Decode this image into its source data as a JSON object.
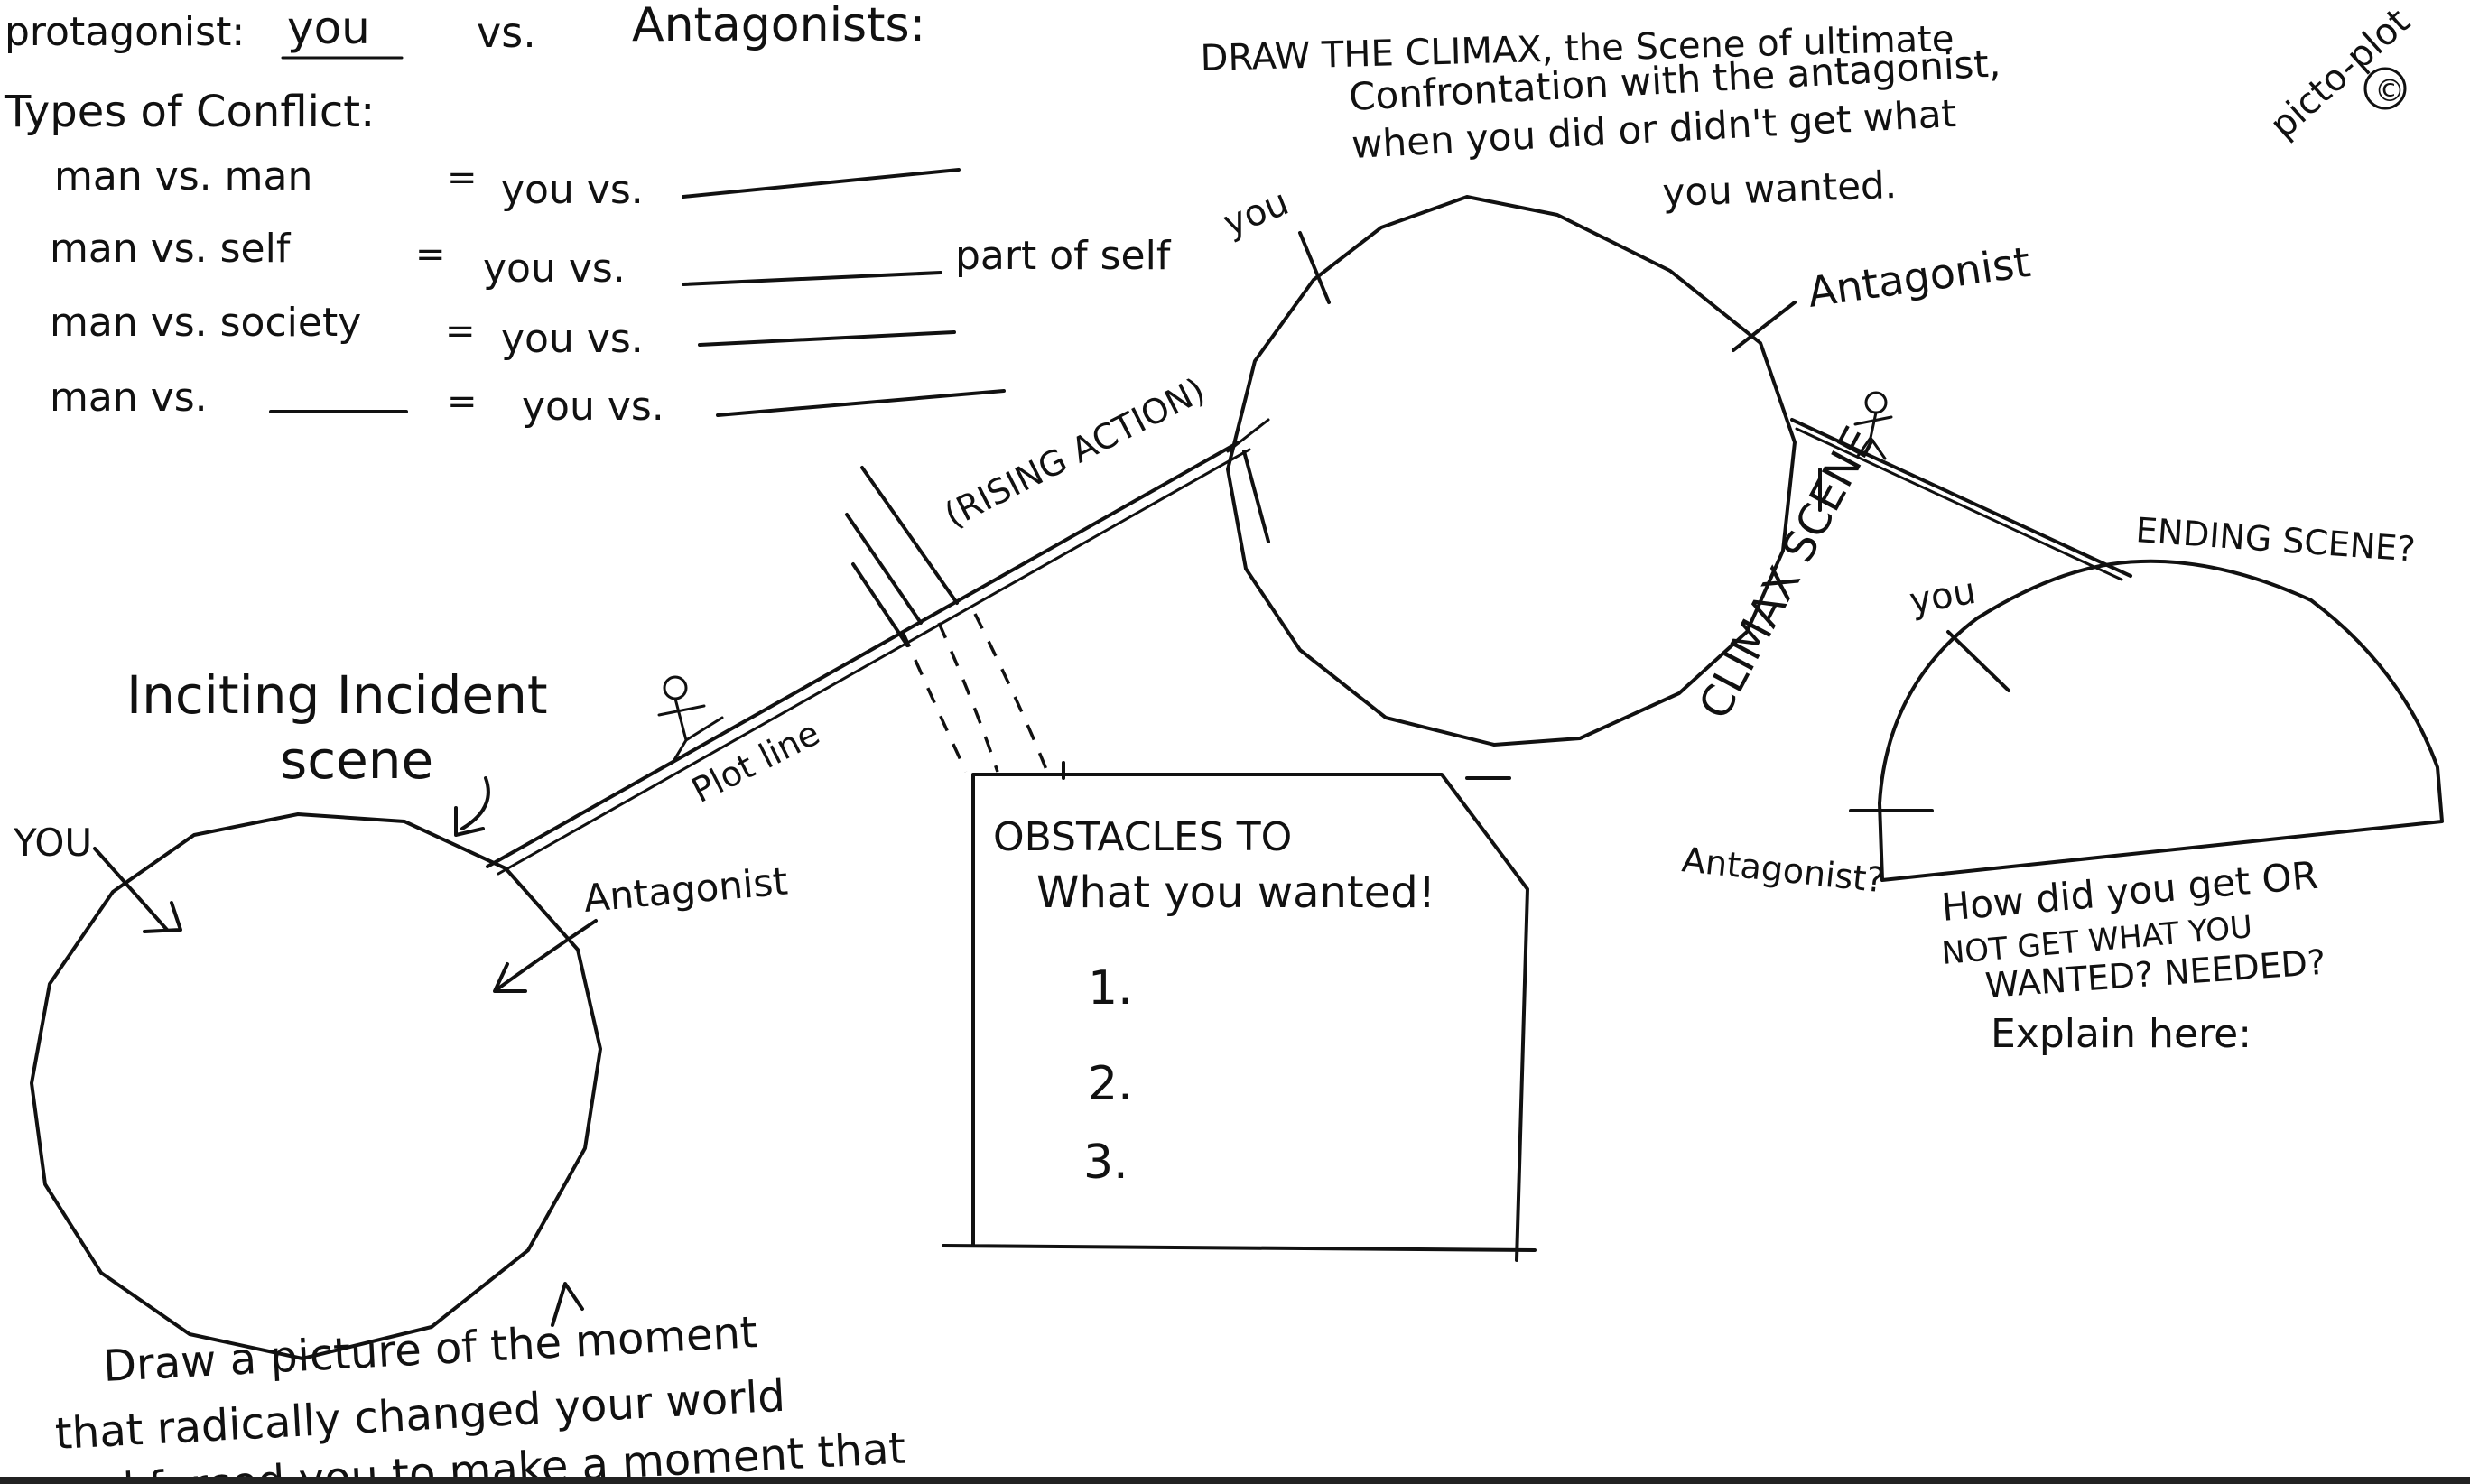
{
  "header": {
    "protagonist_label": "protagonist:",
    "protagonist_value": "you",
    "vs": "vs.",
    "antagonists_label": "Antagonists:"
  },
  "conflicts": {
    "title": "Types of Conflict:",
    "rows": [
      {
        "left": "man vs. man",
        "eq": "=",
        "right": "you vs.",
        "note": ""
      },
      {
        "left": "man vs. self",
        "eq": "=",
        "right": "you vs.",
        "note": "part of self"
      },
      {
        "left": "man vs. society",
        "eq": "=",
        "right": "you vs.",
        "note": ""
      },
      {
        "left": "man vs.",
        "eq": "=",
        "right": "you vs.",
        "note": ""
      }
    ]
  },
  "climax_prompt": [
    "DRAW THE CLIMAX, the Scene of ultimate",
    "Confrontation with the antagonist,",
    "when you did or didn't get what",
    "you wanted."
  ],
  "brand": {
    "name": "picto-plot",
    "mark": "©"
  },
  "labels": {
    "you": "YOU",
    "you_lower": "you",
    "you_right": "you",
    "antagonist": "Antagonist",
    "antagonist_right": "Antagonist?",
    "rising_action": "(RISING ACTION)",
    "plot_line": "Plot line",
    "climax_scene": "CLIMAX SCENE",
    "ending_scene": "ENDING SCENE?",
    "inciting_line1": "Inciting Incident",
    "inciting_line2": "scene"
  },
  "obstacles": {
    "title_line1": "OBSTACLES TO",
    "title_line2": "What you wanted!",
    "items": [
      "1.",
      "2.",
      "3."
    ]
  },
  "ending_question": {
    "line1": "How did you get OR",
    "line2": "NOT GET WHAT YOU",
    "line3": "WANTED? NEEDED?",
    "line4": "Explain here:"
  },
  "inciting_prompt": {
    "line1": "Draw a picture of the moment",
    "line2": "that radically changed your world",
    "line3": "and forced you to make a moment that"
  }
}
